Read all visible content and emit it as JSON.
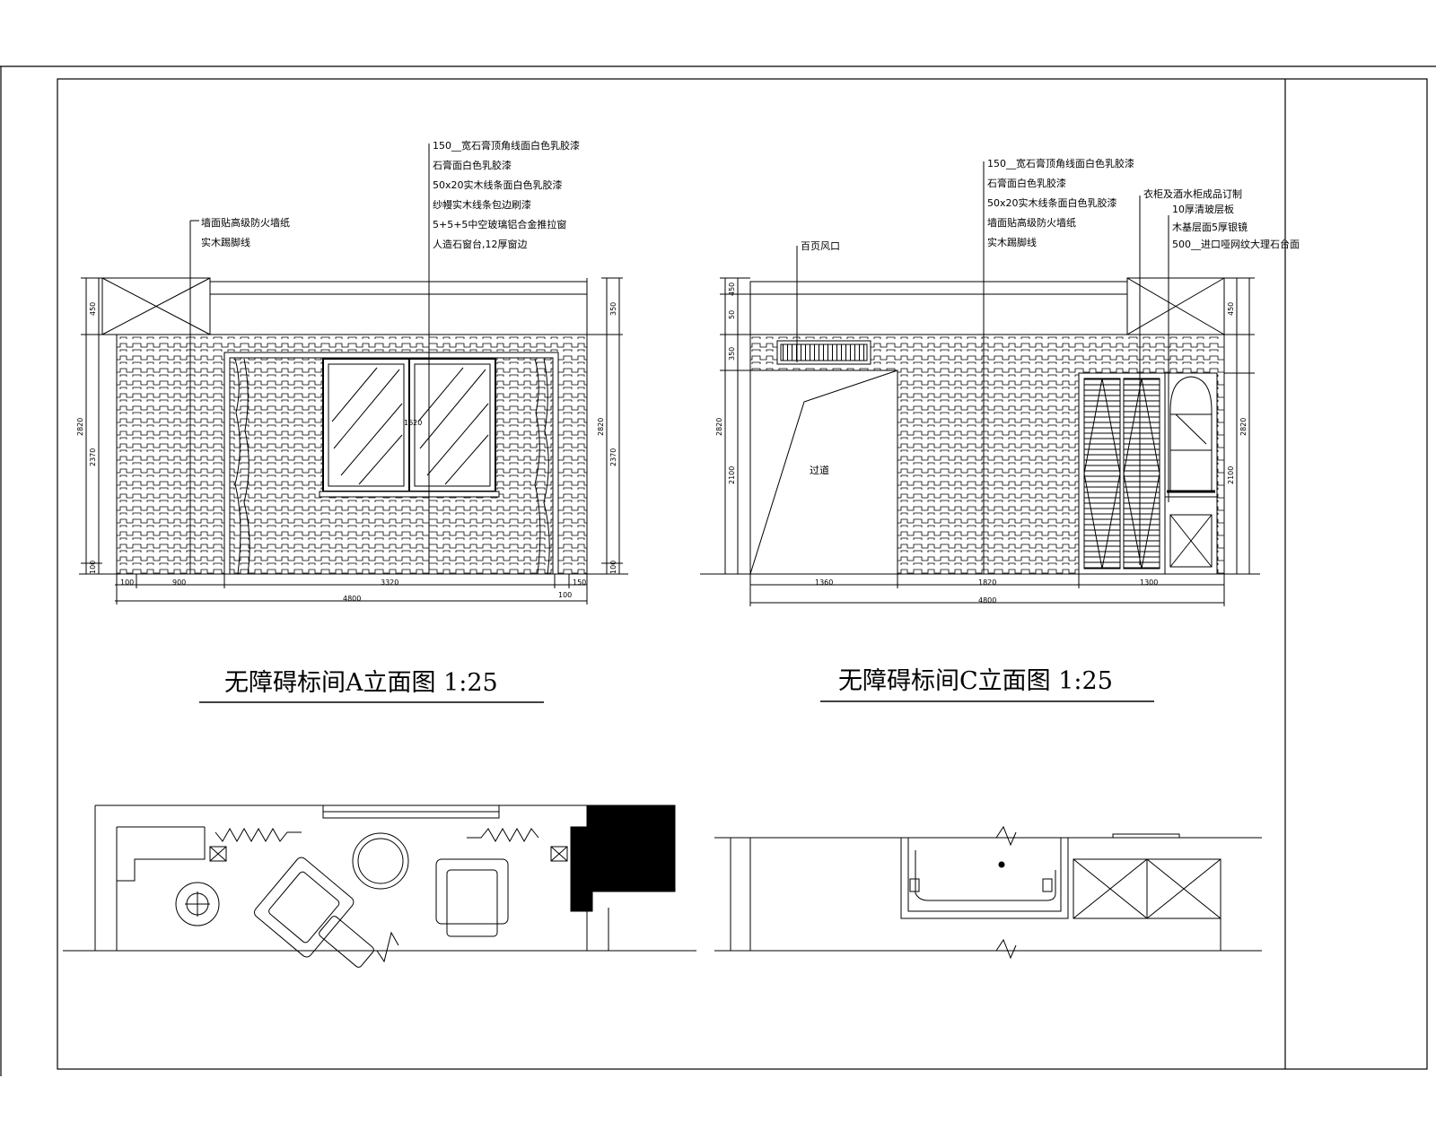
{
  "colors": {
    "line": "#000000",
    "paper": "#ffffff"
  },
  "elevation_a": {
    "title": "无障碍标间A立面图 1:25",
    "notes_right": [
      "150__宽石膏顶角线面白色乳胶漆",
      "石膏面白色乳胶漆",
      "50x20实木线条面白色乳胶漆",
      "纱幔实木线条包边刷漆",
      "5+5+5中空玻璃铝合金推拉窗",
      "人造石窗台,12厚窗边"
    ],
    "notes_left": [
      "墙面贴高级防火墙纸",
      "实木踢脚线"
    ],
    "dims_bottom": [
      "100",
      "900",
      "3320",
      "150",
      "100"
    ],
    "dim_total": "4800",
    "dims_left": [
      "450",
      "2370",
      "2820",
      "100"
    ],
    "dims_right": [
      "350",
      "2370",
      "2820",
      "100"
    ],
    "window_height_label": "1620"
  },
  "elevation_c": {
    "title": "无障碍标间C立面图 1:25",
    "notes_center": [
      "150__宽石膏顶角线面白色乳胶漆",
      "石膏面白色乳胶漆",
      "50x20实木线条面白色乳胶漆",
      "墙面贴高级防火墙纸",
      "实木踢脚线"
    ],
    "notes_right": [
      "衣柜及酒水柜成品订制",
      "10厚清玻层板",
      "木基层面5厚银镜",
      "500__进口哑网纹大理石台面"
    ],
    "note_vent": "百页风口",
    "door_label": "过道",
    "dims_bottom": [
      "1360",
      "1820",
      "1300"
    ],
    "dim_total": "4800",
    "dims_left": [
      "450",
      "50",
      "350",
      "2820",
      "2100"
    ],
    "dims_right": [
      "450",
      "2820",
      "2100"
    ]
  }
}
